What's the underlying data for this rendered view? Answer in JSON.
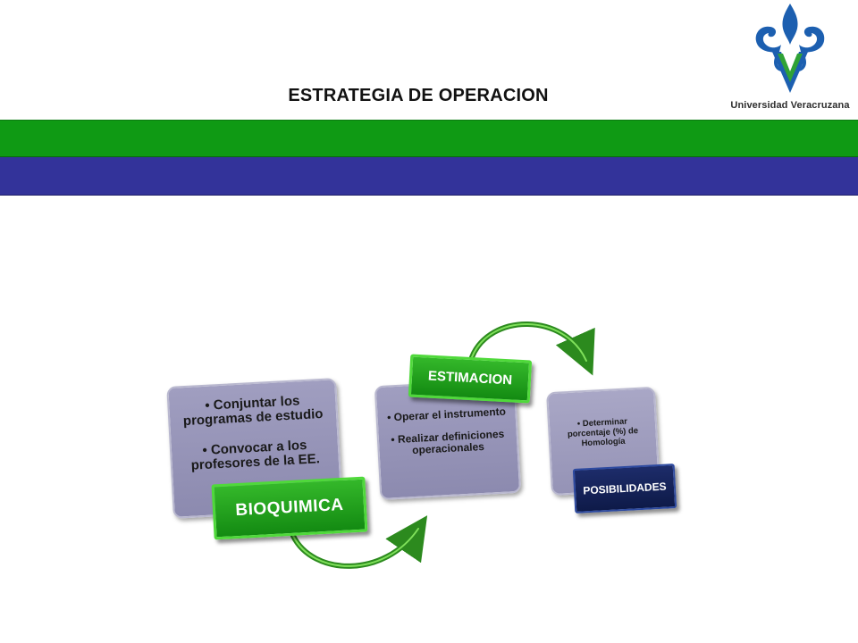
{
  "header": {
    "title": "ESTRATEGIA DE OPERACION",
    "logo_text": "Universidad Veracruzana",
    "logo_icon": "uv-flame-logo-icon"
  },
  "colors": {
    "band_green": "#0f9a14",
    "band_blue": "#33339a",
    "card_fill": "#9a98bb",
    "label_green": "#1f9e1b",
    "label_navy": "#12205a",
    "logo_blue": "#1c5fb0",
    "logo_green": "#2fa236"
  },
  "diagram": {
    "steps": [
      {
        "label": "BIOQUIMICA",
        "items": [
          "Conjuntar los programas de estudio",
          "Convocar a los profesores de la EE."
        ]
      },
      {
        "label": "ESTIMACION",
        "items": [
          "Operar el instrumento",
          "Realizar definiciones operacionales"
        ]
      },
      {
        "label": "POSIBILIDADES",
        "items": [
          "Determinar porcentaje (%) de Homología"
        ]
      }
    ]
  }
}
